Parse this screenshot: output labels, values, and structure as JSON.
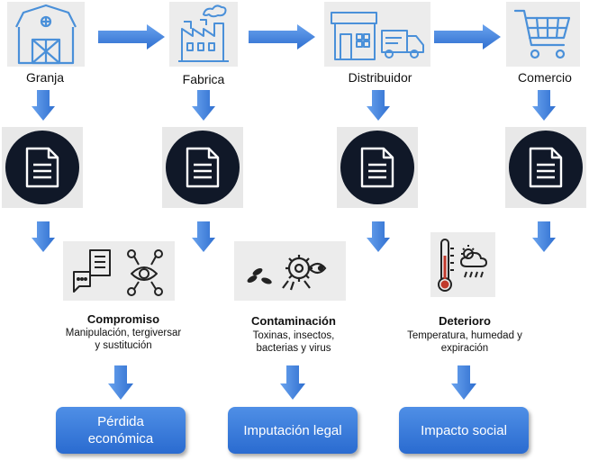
{
  "stages": [
    {
      "label": "Granja",
      "icon": "barn-icon"
    },
    {
      "label": "Fabrica",
      "icon": "factory-icon"
    },
    {
      "label": "Distribuidor",
      "icon": "store-truck-icon"
    },
    {
      "label": "Comercio",
      "icon": "shopping-cart-icon"
    }
  ],
  "risks": [
    {
      "title": "Compromiso",
      "desc_line1": "Manipulación, tergiversar",
      "desc_line2": "y sustitución",
      "desc_line3": ""
    },
    {
      "title": "Contaminación",
      "desc_line1": "Toxinas, insectos,",
      "desc_line2": "bacterias y virus",
      "desc_line3": ""
    },
    {
      "title": "Deterioro",
      "desc_line1": "Temperatura, humedad y",
      "desc_line2": "expiración",
      "desc_line3": ""
    }
  ],
  "outcomes": [
    {
      "line1": "Pérdida",
      "line2": "económica"
    },
    {
      "line1": "Imputación legal",
      "line2": ""
    },
    {
      "line1": "Impacto social",
      "line2": ""
    }
  ],
  "colors": {
    "arrow": "#4a86d8",
    "icon_stroke": "#4a90d9",
    "doc_circle": "#101828",
    "outcome_button": "#3b7ddd"
  }
}
